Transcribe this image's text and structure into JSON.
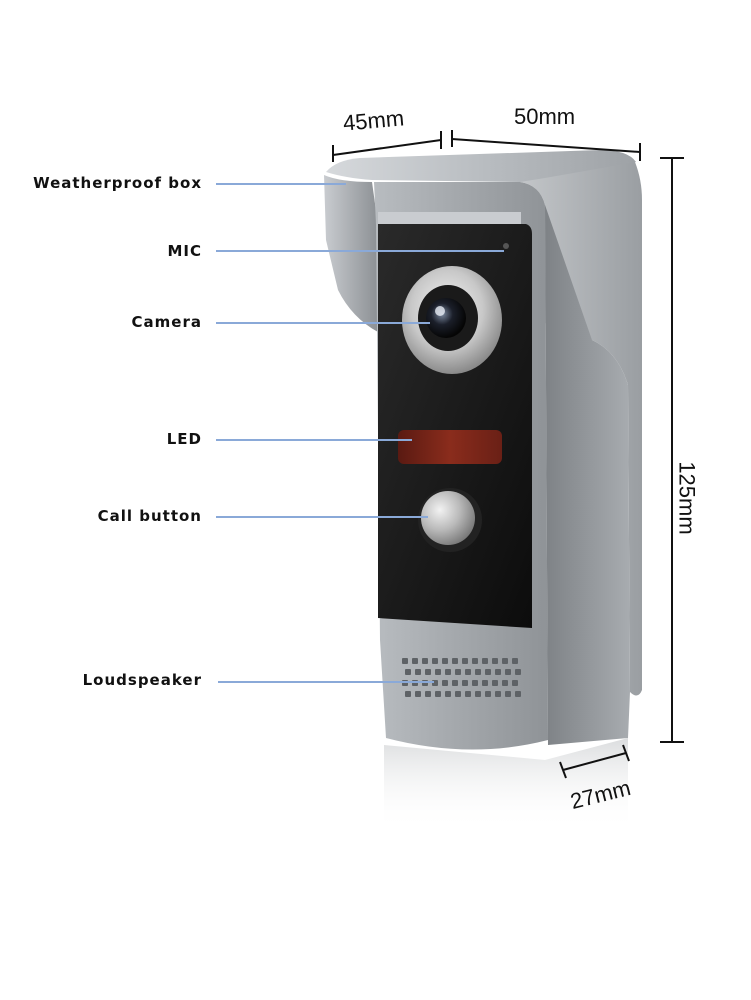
{
  "callouts": [
    {
      "id": "weatherproof-box",
      "label": "Weatherproof box"
    },
    {
      "id": "mic",
      "label": "MIC"
    },
    {
      "id": "camera",
      "label": "Camera"
    },
    {
      "id": "led",
      "label": "LED"
    },
    {
      "id": "call-button",
      "label": "Call button"
    },
    {
      "id": "loudspeaker",
      "label": "Loudspeaker"
    }
  ],
  "dimensions": {
    "front_width": "45mm",
    "side_width": "50mm",
    "height": "125mm",
    "depth": "27mm"
  },
  "colors": {
    "leader_line": "#8aa9d8",
    "body_silver": "#a9adb1",
    "face_panel": "#151515",
    "led_red": "#7a2418"
  }
}
